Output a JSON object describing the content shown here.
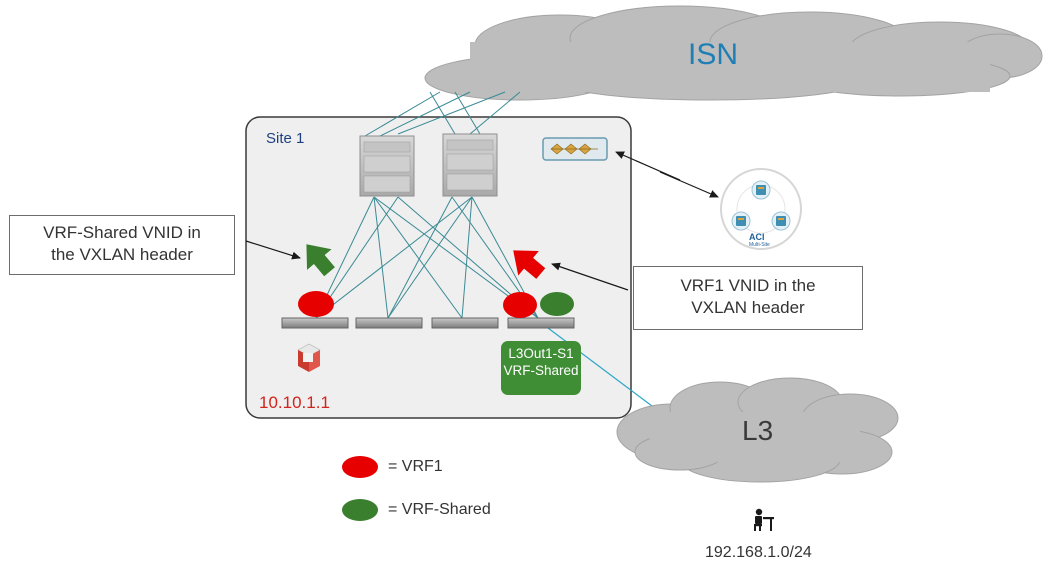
{
  "clouds": {
    "isn": "ISN",
    "l3": "L3"
  },
  "site": {
    "title": "Site 1",
    "endpoint_ip": "10.10.1.1",
    "l3out_line1": "L3Out1-S1",
    "l3out_line2": "VRF-Shared"
  },
  "callouts": {
    "left_line1": "VRF-Shared VNID in",
    "left_line2": "the VXLAN header",
    "right_line1": "VRF1 VNID in the",
    "right_line2": "VXLAN header"
  },
  "aci": {
    "label": "ACI",
    "sublabel": "Multi-Site"
  },
  "legend": {
    "vrf1": "= VRF1",
    "vrf_shared": "= VRF-Shared"
  },
  "external": {
    "subnet": "192.168.1.0/24"
  },
  "colors": {
    "vrf1": "#e60000",
    "vrf_shared": "#3a7f2e",
    "cloud": "#bdbdbd",
    "site_bg": "#efefef",
    "link": "#3a8a94",
    "isn_text": "#1f7fb5",
    "site_title": "#1f3f7f",
    "ip_text": "#d0241c",
    "l3out_box": "#3f8d35"
  }
}
